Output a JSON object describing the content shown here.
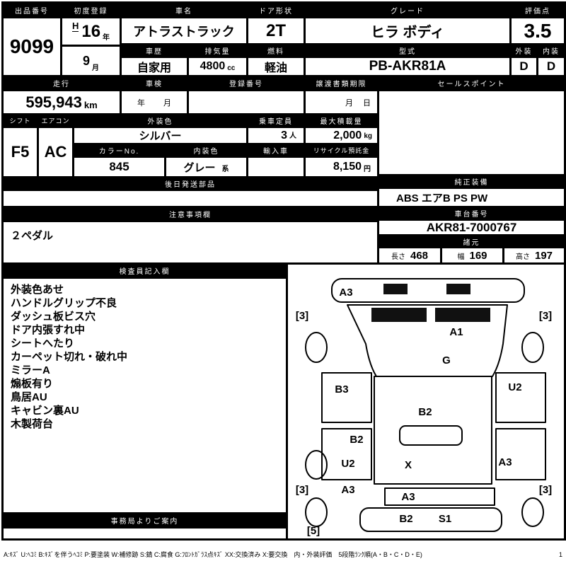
{
  "sheet": {
    "top": {
      "auction_no_label": "出品番号",
      "auction_no": "9099",
      "first_reg_label": "初度登録",
      "first_reg_era": "H",
      "first_reg_year": "16",
      "first_reg_year_unit": "年",
      "first_reg_month": "9",
      "first_reg_month_unit": "月",
      "car_name_label": "車名",
      "car_name": "アトラストラック",
      "door_label": "ドア形状",
      "door": "2T",
      "grade_label": "グレード",
      "grade": "ヒラ ボディ",
      "score_label": "評価点",
      "score": "3.5",
      "history_label": "車歴",
      "history": "自家用",
      "displacement_label": "排気量",
      "displacement": "4800",
      "displacement_unit": "cc",
      "fuel_label": "燃料",
      "fuel": "軽油",
      "model_code_label": "型式",
      "model_code": "PB-AKR81A",
      "exterior_label": "外装",
      "exterior_grade": "D",
      "interior_label": "内装",
      "interior_grade": "D"
    },
    "registration": {
      "mileage_label": "走行",
      "mileage": "595,943",
      "mileage_unit": "km",
      "shaken_label": "車検",
      "shaken_year_unit": "年",
      "shaken_month_unit": "月",
      "reg_no_label": "登録番号",
      "reg_no": "",
      "transfer_label": "譲渡書類期限",
      "transfer_month_unit": "月",
      "transfer_day_unit": "日",
      "sales_point_label": "セールスポイント",
      "sales_point": ""
    },
    "equipment": {
      "shift_label": "シフト",
      "shift": "F5",
      "aircon_label": "エアコン",
      "aircon": "AC",
      "exterior_color_label": "外装色",
      "exterior_color": "シルバー",
      "capacity_label": "乗車定員",
      "capacity": "3",
      "capacity_unit": "人",
      "max_load_label": "最大積載量",
      "max_load": "2,000",
      "max_load_unit": "kg",
      "color_no_label": "カラーNo.",
      "color_no": "845",
      "interior_color_label": "内装色",
      "interior_color": "グレー",
      "interior_color_unit": "系",
      "import_label": "輸入車",
      "import_value": "",
      "recycle_label": "リサイクル預託金",
      "recycle": "8,150",
      "recycle_unit": "円",
      "later_parts_label": "後日発送部品",
      "later_parts": "",
      "genuine_label": "純正装備",
      "genuine": "ABS エアB PS PW"
    },
    "caution": {
      "label": "注意事項欄",
      "text": "２ペダル"
    },
    "chassis": {
      "label": "車台番号",
      "number": "AKR81-7000767",
      "spec_label": "諸元",
      "length_label": "長さ",
      "length": "468",
      "width_label": "幅",
      "width": "169",
      "height_label": "高さ",
      "height": "197"
    },
    "inspector": {
      "label": "検査員記入欄",
      "items": [
        "外装色あせ",
        "ハンドルグリップ不良",
        "ダッシュ板ビス穴",
        "ドア内張すれ中",
        "シートへたり",
        "カーペット切れ・破れ中",
        "ミラーA",
        "煽板有り",
        "鳥居AU",
        "キャビン裏AU",
        "木製荷台"
      ]
    },
    "office": {
      "label": "事務局よりご案内",
      "text": ""
    },
    "diagram": {
      "marks": [
        {
          "code": "A3",
          "area": "front-panel"
        },
        {
          "code": "[3]",
          "area": "front-left-tire"
        },
        {
          "code": "[3]",
          "area": "front-right-tire"
        },
        {
          "code": "A1",
          "area": "cab-roof"
        },
        {
          "code": "G",
          "area": "windshield"
        },
        {
          "code": "B3",
          "area": "left-door"
        },
        {
          "code": "U2",
          "area": "right-door"
        },
        {
          "code": "B2",
          "area": "bed-front"
        },
        {
          "code": "B2",
          "area": "left-side-front"
        },
        {
          "code": "U2",
          "area": "left-side-rear"
        },
        {
          "code": "X",
          "area": "bed-center"
        },
        {
          "code": "A3",
          "area": "right-side-rear"
        },
        {
          "code": "A3",
          "area": "left-rear-corner"
        },
        {
          "code": "[3]",
          "area": "rear-left-tire"
        },
        {
          "code": "[3]",
          "area": "rear-right-tire"
        },
        {
          "code": "A3",
          "area": "rear-panel"
        },
        {
          "code": "B2",
          "area": "rear-bumper"
        },
        {
          "code": "S1",
          "area": "rear-bumper"
        },
        {
          "code": "[5]",
          "area": "spare-tire"
        }
      ]
    },
    "legend": {
      "text": "A:ｷｽﾞ U:ﾍｺﾐ B:ｷｽﾞを伴うﾍｺﾐ P:要塗装 W:補修跡 S:錆 C:腐食 G:ﾌﾛﾝﾄｶﾞﾗｽ点ｷｽﾞ XX:交換済み X:要交換　内・外装評価　5段階ﾗﾝｸ順(A・B・C・D・E)",
      "page": "1"
    }
  }
}
